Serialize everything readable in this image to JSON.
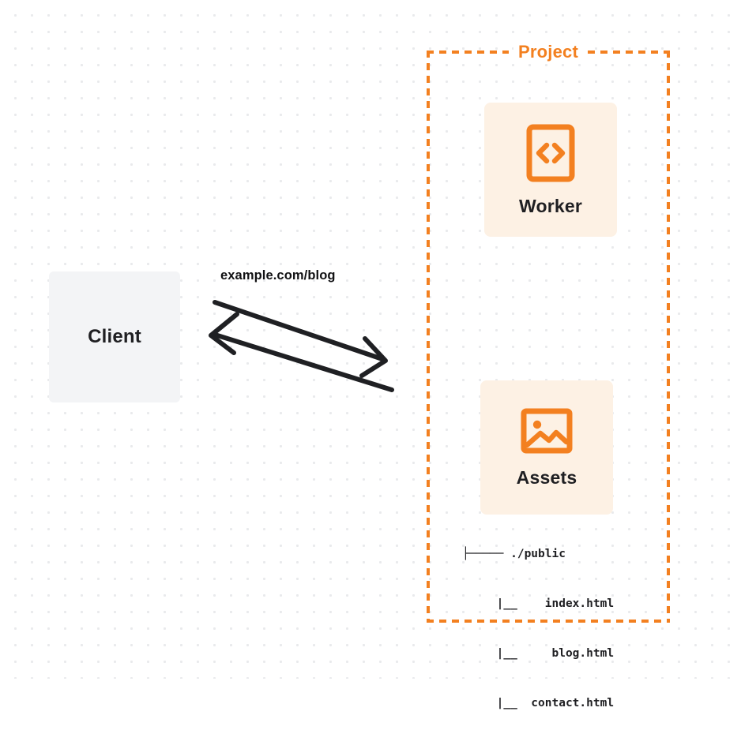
{
  "diagram": {
    "type": "architecture-diagram",
    "background": {
      "color": "#ffffff",
      "dot_color": "#e9eaec",
      "pattern": "dot-grid"
    },
    "colors": {
      "accent_orange": "#f38020",
      "card_background": "#fdf1e4",
      "client_background": "#f3f4f6",
      "text_dark": "#1f1f22",
      "arrow_stroke": "#1f2023"
    },
    "client": {
      "label": "Client",
      "shape": "rounded-square"
    },
    "connection": {
      "label": "example.com/blog",
      "request_direction": "client-to-project",
      "response_direction": "project-to-client",
      "arrow_count": 2
    },
    "project": {
      "title": "Project",
      "border_style": "dashed",
      "services": [
        {
          "id": "worker",
          "label": "Worker",
          "icon": "code-brackets-icon"
        },
        {
          "id": "assets",
          "label": "Assets",
          "icon": "image-icon"
        }
      ],
      "assets_tree": {
        "lines": [
          "├───── ./public",
          "     |__    index.html",
          "     |__     blog.html",
          "     |__  contact.html"
        ],
        "root": "./public",
        "files": [
          "index.html",
          "blog.html",
          "contact.html"
        ]
      }
    }
  }
}
